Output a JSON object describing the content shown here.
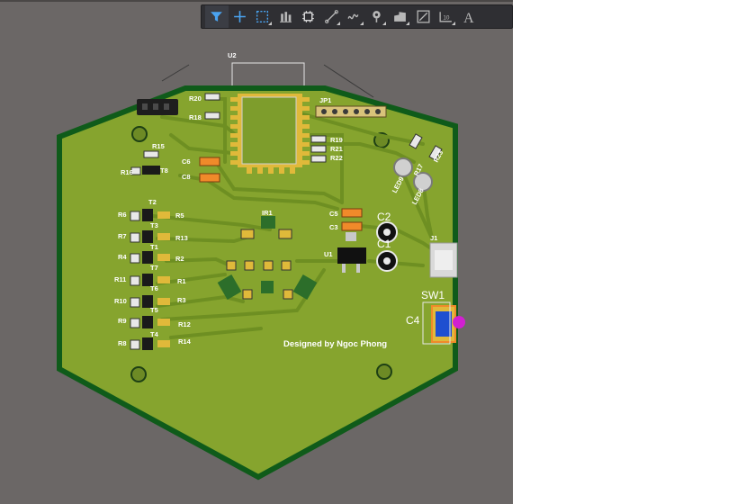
{
  "toolbar": {
    "tools": [
      {
        "name": "filter-icon"
      },
      {
        "name": "crosshair-icon"
      },
      {
        "name": "select-rect-icon"
      },
      {
        "name": "align-icon"
      },
      {
        "name": "component-icon"
      },
      {
        "name": "route-icon"
      },
      {
        "name": "diff-pair-icon"
      },
      {
        "name": "via-icon"
      },
      {
        "name": "polygon-icon"
      },
      {
        "name": "graph-icon"
      },
      {
        "name": "dimension-icon"
      },
      {
        "name": "text-icon"
      }
    ],
    "text_tool_glyph": "A"
  },
  "board": {
    "credit": "Designed by Ngoc Phong",
    "colors": {
      "board": "#86a42e",
      "edge": "#0f5b1a",
      "background": "#6b6766",
      "pad": "#e0b93a",
      "copper_trace": "#6e8f22"
    },
    "labels": {
      "u2": "U2",
      "jp1": "JP1",
      "r20": "R20",
      "r18": "R18",
      "r19": "R19",
      "r21": "R21",
      "r22": "R22",
      "r15": "R15",
      "r16": "R16",
      "t8": "T8",
      "c6": "C6",
      "c8": "C8",
      "t2": "T2",
      "r6": "R6",
      "r5": "R5",
      "t3": "T3",
      "r7": "R7",
      "r13": "R13",
      "t1": "T1",
      "r4": "R4",
      "r2": "R2",
      "t7": "T7",
      "r11": "R11",
      "r1": "R1",
      "t6": "T6",
      "r10": "R10",
      "r3": "R3",
      "t5": "T5",
      "r9": "R9",
      "r12": "R12",
      "t4": "T4",
      "r8": "R8",
      "r14": "R14",
      "ir1": "IR1",
      "c5": "C5",
      "c3": "C3",
      "c2": "C2",
      "c1": "C1",
      "u1": "U1",
      "j1": "J1",
      "sw1": "SW1",
      "c4": "C4",
      "r17": "R17",
      "r23": "R23",
      "led_a": "LED9",
      "led_b": "LED8"
    }
  }
}
